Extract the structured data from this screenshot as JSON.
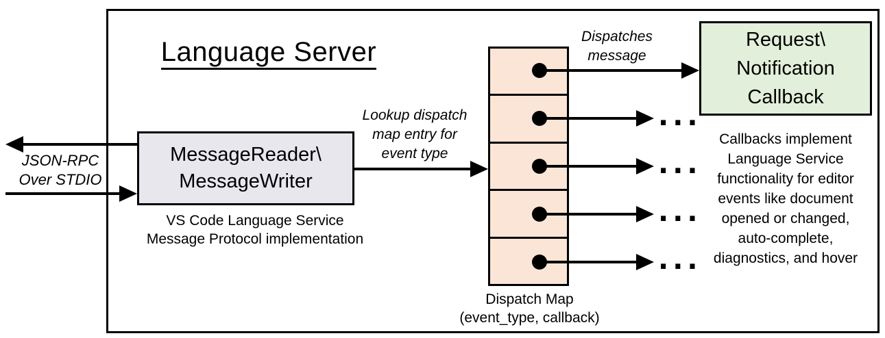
{
  "title": "Language Server",
  "io": {
    "lines": [
      "JSON-RPC",
      "Over STDIO"
    ]
  },
  "reader": {
    "lines": [
      "MessageReader\\",
      "MessageWriter"
    ],
    "caption": [
      "VS Code Language Service",
      "Message Protocol implementation"
    ]
  },
  "lookup": {
    "lines": [
      "Lookup dispatch",
      "map entry for",
      "event type"
    ]
  },
  "dispatches": {
    "lines": [
      "Dispatches",
      "message"
    ]
  },
  "callback": {
    "lines": [
      "Request\\",
      "Notification",
      "Callback"
    ]
  },
  "map": {
    "caption": [
      "Dispatch Map",
      "(event_type, callback)"
    ],
    "cell_count": 5
  },
  "note": {
    "lines": [
      "Callbacks implement",
      "Language Service",
      "functionality for editor",
      "events like document",
      "opened or changed,",
      "auto-complete,",
      "diagnostics, and hover"
    ]
  },
  "ellipsis": "...",
  "colors": {
    "reader_fill": "#e9e7ee",
    "map_fill": "#fbe5d6",
    "callback_fill": "#e2efda",
    "line": "#000000",
    "background": "#ffffff"
  }
}
